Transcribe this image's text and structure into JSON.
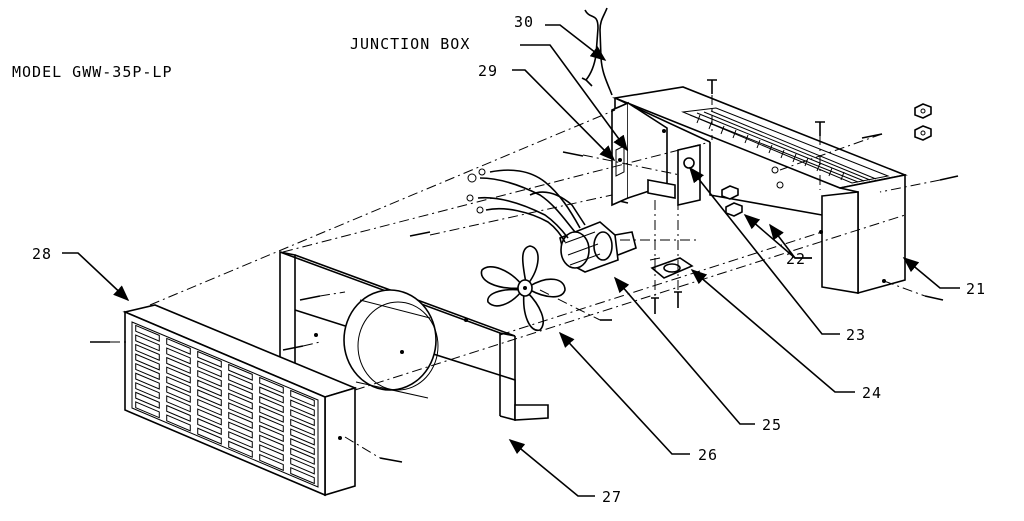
{
  "model_label": "MODEL GWW-35P-LP",
  "junction_box_label": "JUNCTION BOX",
  "callouts": [
    {
      "id": "21",
      "text": "21"
    },
    {
      "id": "22",
      "text": "22"
    },
    {
      "id": "23",
      "text": "23"
    },
    {
      "id": "24",
      "text": "24"
    },
    {
      "id": "25",
      "text": "25"
    },
    {
      "id": "26",
      "text": "26"
    },
    {
      "id": "27",
      "text": "27"
    },
    {
      "id": "28",
      "text": "28"
    },
    {
      "id": "29",
      "text": "29"
    },
    {
      "id": "30",
      "text": "30"
    }
  ]
}
